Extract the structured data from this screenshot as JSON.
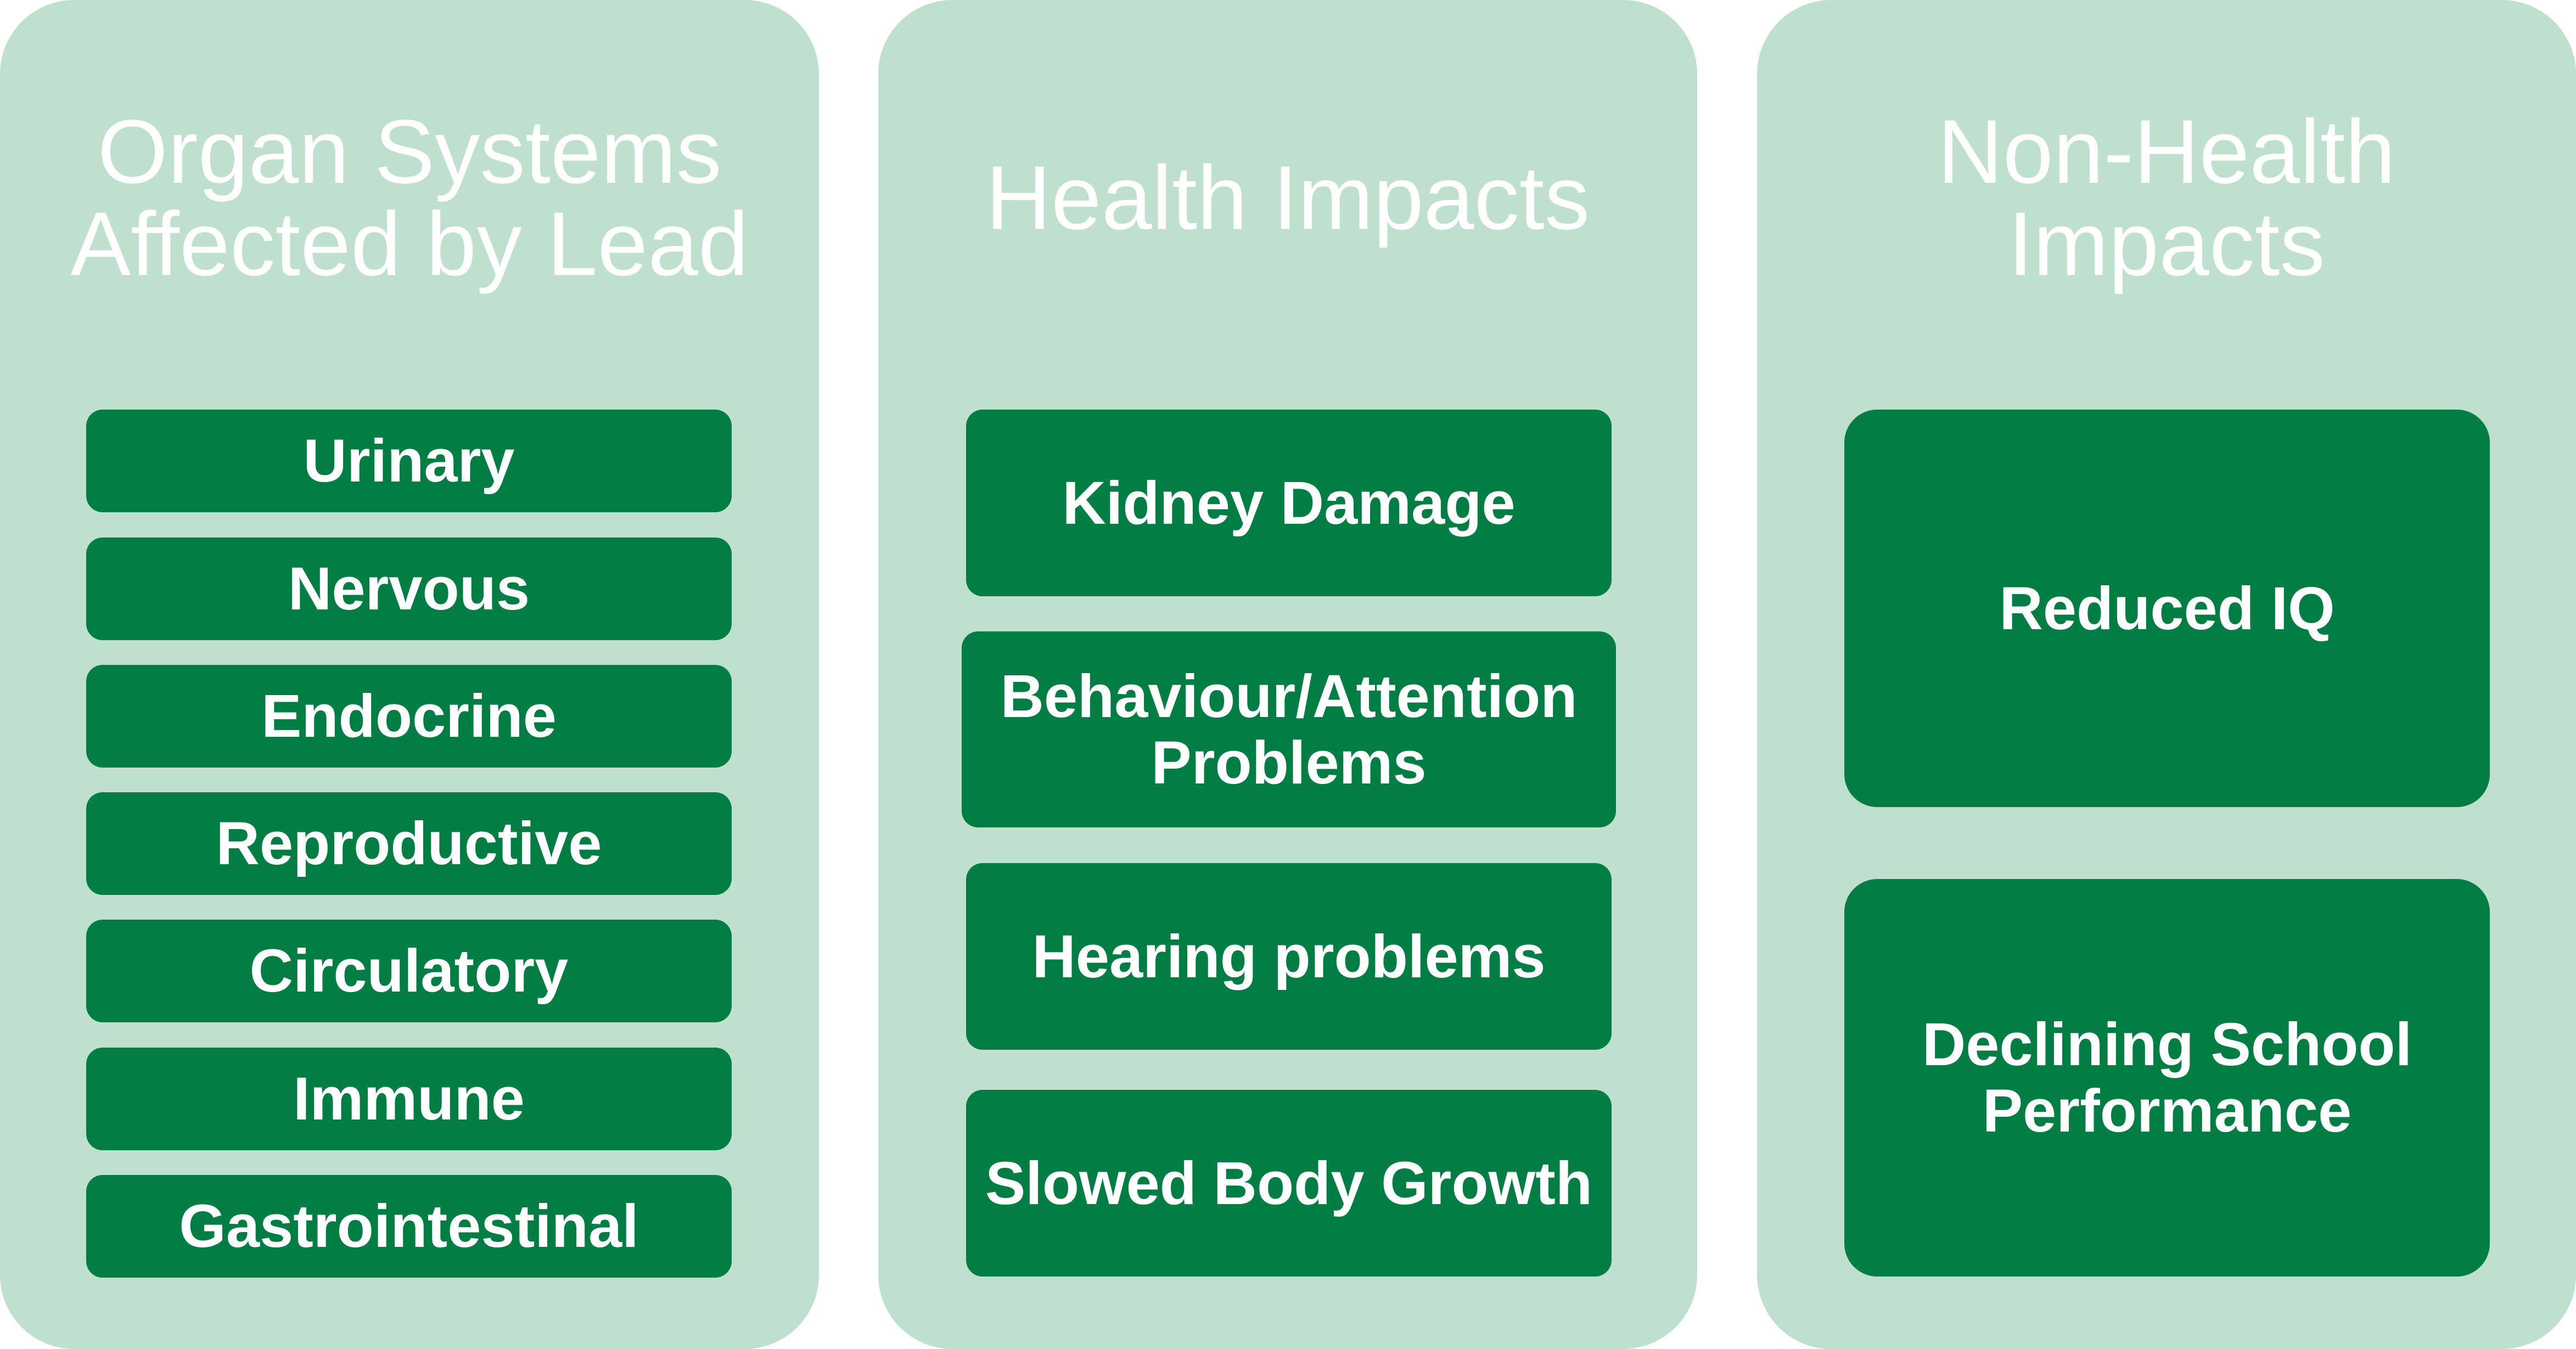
{
  "colors": {
    "panel_background": "#bfe0cf",
    "box_fill": "#027d44",
    "text": "#ffffff"
  },
  "columns": [
    {
      "title": "Organ Systems Affected by Lead",
      "items": [
        "Urinary",
        "Nervous",
        "Endocrine",
        "Reproductive",
        "Circulatory",
        "Immune",
        "Gastrointestinal"
      ]
    },
    {
      "title": "Health Impacts",
      "items": [
        "Kidney Damage",
        "Behaviour/Attention Problems",
        "Hearing problems",
        "Slowed Body Growth"
      ]
    },
    {
      "title": "Non-Health Impacts",
      "items": [
        "Reduced IQ",
        "Declining School Performance"
      ]
    }
  ]
}
